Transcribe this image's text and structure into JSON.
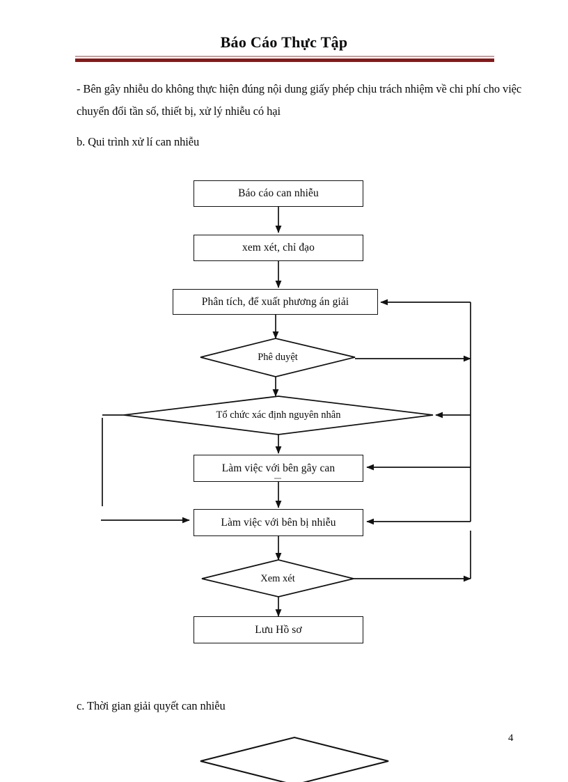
{
  "header": {
    "title": "Báo Cáo Thực Tập",
    "rule_top_color": "#c4a0a0",
    "rule_bottom_color": "#8c1616"
  },
  "body": {
    "paragraph_1": "- Bên gây nhiễu do không thực hiện đúng nội dung giấy phép chịu trách nhiệm về chi phí cho việc chuyển đổi tần số, thiết bị, xử lý nhiễu có hại",
    "paragraph_2": "b. Qui trình xử lí can nhiễu",
    "paragraph_3": "c. Thời gian giải quyết can nhiễu"
  },
  "page_number": "4",
  "flowchart": {
    "title": "Qui trình xử lí can nhiễu",
    "nodes": [
      {
        "id": "bao-cao-can-nhieu",
        "shape": "box",
        "label": "Báo cáo can nhiễu"
      },
      {
        "id": "xem-xet-chi-dao",
        "shape": "box",
        "label": "xem xét, chỉ đạo"
      },
      {
        "id": "phan-tich-de-xuat",
        "shape": "box",
        "label": "Phân tích, để xuất phương án giải"
      },
      {
        "id": "phe-duyet",
        "shape": "diamond",
        "label": "Phê duyệt"
      },
      {
        "id": "to-chuc-xac-dinh",
        "shape": "diamond",
        "label": "Tổ chức xác định nguyên nhân"
      },
      {
        "id": "lam-viec-ben-gay-can",
        "shape": "box",
        "label": "Làm việc với bên gây can"
      },
      {
        "id": "lam-viec-ben-bi-nhieu",
        "shape": "box",
        "label": "Làm việc với bên bị nhiễu"
      },
      {
        "id": "xem-xet",
        "shape": "diamond",
        "label": "Xem xét"
      },
      {
        "id": "luu-ho-so",
        "shape": "box",
        "label": "Lưu Hồ sơ"
      },
      {
        "id": "empty-diamond-bottom",
        "shape": "diamond",
        "label": ""
      }
    ],
    "stroke_color": "#111111"
  }
}
